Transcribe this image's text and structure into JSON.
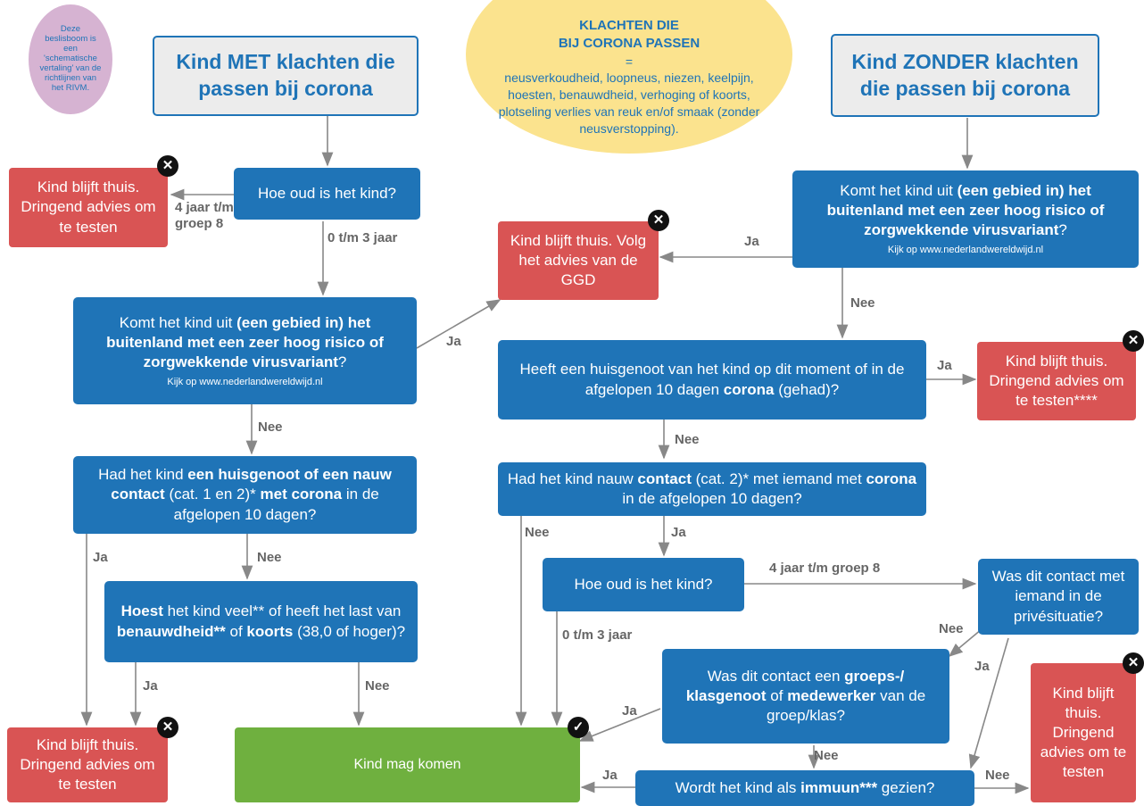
{
  "note": "Deze beslisboom is een 'schematische vertaling' van de richtlijnen van het RIVM.",
  "symptoms": {
    "heading1": "KLACHTEN DIE",
    "heading2": "BIJ CORONA PASSEN",
    "equals": "=",
    "text": "neusverkoudheid, loopneus, niezen, keelpijn, hoesten, benauwdheid, verhoging of koorts, plotseling verlies van reuk en/of smaak (zonder neusverstopping)."
  },
  "left": {
    "title": "Kind MET klachten die passen bij corona",
    "q_age": "Hoe oud is het kind?",
    "q_abroad_a": "Komt het kind uit ",
    "q_abroad_b": "(een gebied in) het buitenland met een zeer hoog risico of zorgwekkende virusvariant",
    "q_abroad_c": "?",
    "q_abroad_link": "Kijk op www.nederlandwereldwijd.nl",
    "q_contact_a": "Had het kind ",
    "q_contact_b": "een huisgenoot of een nauw contact",
    "q_contact_c": " (cat. 1 en 2)* ",
    "q_contact_d": "met corona",
    "q_contact_e": " in de afgelopen 10 dagen?",
    "q_cough_a": "Hoest",
    "q_cough_b": " het kind veel** of heeft het last van ",
    "q_cough_c": "benauwdheid**",
    "q_cough_d": " of ",
    "q_cough_e": "koorts",
    "q_cough_f": " (38,0 of hoger)?",
    "stay_home_test_1": "Kind blijft thuis. Dringend advies om te testen",
    "stay_home_test_2": "Kind blijft thuis. Dringend advies om te testen"
  },
  "right": {
    "title": "Kind ZONDER klachten die passen bij corona",
    "q_abroad_a": "Komt het kind uit ",
    "q_abroad_b": "(een gebied in) het buitenland met een zeer hoog risico of zorgwekkende virusvariant",
    "q_abroad_c": "?",
    "q_abroad_link": "Kijk op www.nederlandwereldwijd.nl",
    "q_household_a": "Heeft een huisgenoot van het kind op dit moment of in de afgelopen 10 dagen ",
    "q_household_b": "corona",
    "q_household_c": " (gehad)?",
    "q_contact_a": "Had het kind nauw ",
    "q_contact_b": "contact",
    "q_contact_c": " (cat. 2)* met iemand met ",
    "q_contact_d": "corona",
    "q_contact_e": " in de afgelopen 10 dagen?",
    "q_age": "Hoe oud is het kind?",
    "q_private": "Was dit contact met iemand in de privésituatie?",
    "q_group_a": "Was dit contact een ",
    "q_group_b": "groeps-/ klasgenoot",
    "q_group_c": " of ",
    "q_group_d": "medewerker",
    "q_group_e": " van de groep/klas?",
    "q_immune_a": "Wordt het kind als ",
    "q_immune_b": "immuun***",
    "q_immune_c": " gezien?",
    "stay_home_test_1": "Kind blijft thuis. Dringend advies om te testen****",
    "stay_home_test_2": "Kind blijft thuis. Dringend advies om te testen"
  },
  "ggd": "Kind blijft thuis. Volg het advies van de GGD",
  "may_come": "Kind mag komen",
  "labels": {
    "age_old": "4 jaar t/m groep 8",
    "age_young": "0 t/m 3 jaar",
    "ja": "Ja",
    "nee": "Nee",
    "age_old_right": "4 jaar t/m groep 8",
    "age_young_right": "0 t/m 3 jaar"
  },
  "icons": {
    "close": "close-icon",
    "check": "check-icon"
  },
  "colors": {
    "blue": "#1f74b7",
    "red": "#d95454",
    "green": "#6fb03f",
    "yellow": "#fbe38e",
    "lilac": "#d6b3d2"
  }
}
